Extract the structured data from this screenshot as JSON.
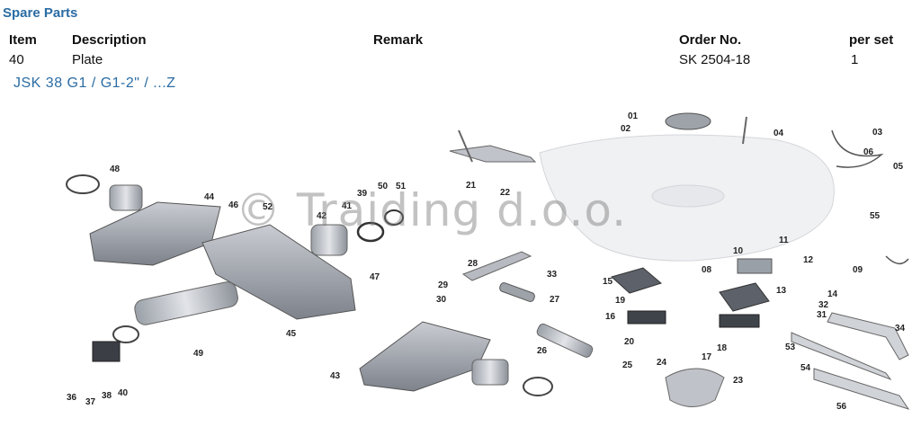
{
  "section": {
    "title": "Spare Parts"
  },
  "table": {
    "headers": {
      "item": "Item",
      "description": "Description",
      "remark": "Remark",
      "order_no": "Order No.",
      "per_set": "per set"
    },
    "row": {
      "item": "40",
      "description": "Plate",
      "remark": "",
      "order_no": "SK 2504-18",
      "per_set": "1"
    }
  },
  "model": {
    "text": "JSK 38 G1 / G1-2\" / ...Z"
  },
  "drawing": {
    "watermark": "© Traiding d.o.o.",
    "labels": [
      "01",
      "02",
      "03",
      "04",
      "05",
      "06",
      "08",
      "09",
      "10",
      "11",
      "12",
      "13",
      "14",
      "15",
      "16",
      "17",
      "18",
      "19",
      "20",
      "21",
      "22",
      "23",
      "24",
      "25",
      "26",
      "27",
      "28",
      "29",
      "30",
      "31",
      "32",
      "33",
      "34",
      "36",
      "37",
      "38",
      "39",
      "40",
      "41",
      "42",
      "43",
      "44",
      "45",
      "46",
      "47",
      "48",
      "49",
      "50",
      "51",
      "52",
      "53",
      "54",
      "55",
      "56"
    ]
  }
}
